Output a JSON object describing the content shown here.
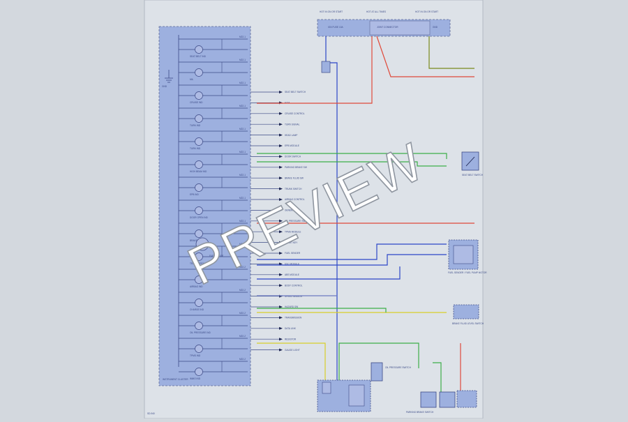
{
  "watermark": "PREVIEW",
  "cluster": {
    "title": "INSTRUMENT CLUSTER",
    "lamps": [
      {
        "label": "SEAT BELT IND",
        "connector": "M22-1"
      },
      {
        "label": "MIL",
        "connector": "M22-1"
      },
      {
        "label": "CRUISE IND",
        "connector": "M22-1"
      },
      {
        "label": "TURN IND",
        "connector": "M22-1"
      },
      {
        "label": "TURN IND",
        "connector": "M22-1"
      },
      {
        "label": "HIGH BEAM IND",
        "connector": "M22-1"
      },
      {
        "label": "EPB IND",
        "connector": "M22-1"
      },
      {
        "label": "DOOR OPEN IND",
        "connector": "M22-1"
      },
      {
        "label": "BRAKE IND",
        "connector": "M22-1"
      },
      {
        "label": "TRUNK OPEN IND",
        "connector": "M22-1"
      },
      {
        "label": "AIRBAG IND",
        "connector": "M22-2"
      },
      {
        "label": "CHARGE IND",
        "connector": "M22-2"
      },
      {
        "label": "OIL PRESSURE IND",
        "connector": "M22-2"
      },
      {
        "label": "TPMS IND",
        "connector": "M22-2"
      },
      {
        "label": "IMMO IND",
        "connector": "M22-2"
      }
    ],
    "fuel_gauge_label": "FUEL GAUGE",
    "ground_label": "GND"
  },
  "top_box": {
    "left_label": "IGN FUSE 10A",
    "mid_label": "JOINT CONNECTOR",
    "right_label": "GND",
    "heading_left": "HOT IN ON OR START",
    "heading_mid": "HOT AT ALL TIMES",
    "heading_right": "HOT IN ON OR START"
  },
  "signals": [
    "SEAT BELT SWITCH",
    "ECM",
    "CRUISE CONTROL",
    "TURN SIGNAL",
    "HEAD LAMP",
    "EPB MODULE",
    "DOOR SWITCH",
    "PARKING BRAKE SW",
    "BRAKE FLUID SW",
    "TRUNK SWITCH",
    "AIRBAG CONTROL",
    "GENERATOR",
    "OIL PRESSURE SW",
    "TPMS MODULE",
    "SMART KEY",
    "FUEL SENDER",
    "ESC MODULE",
    "ABS MODULE",
    "BODY CONTROL",
    "SPEED SENSOR",
    "HAZARD SW",
    "TRANSMISSION",
    "DATA LINK",
    "RESISTOR",
    "GAUGE LIGHT"
  ],
  "right_components": {
    "seat_belt": "SEAT BELT SWITCH",
    "fuel_sender": "FUEL SENDER / FUEL PUMP MOTOR",
    "brake_switch": "BRAKE FLUID LEVEL SWITCH",
    "oil_switch": "OIL PRESSURE SWITCH",
    "parking_brake": "PARKING BRAKE SWITCH"
  },
  "page_ref": "SD-940"
}
